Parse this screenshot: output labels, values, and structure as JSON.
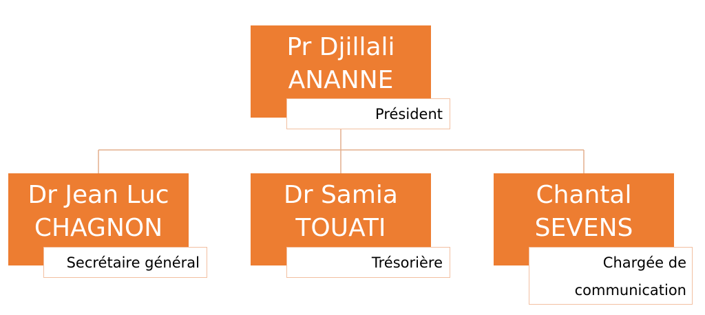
{
  "colors": {
    "node_fill": "#ED7D31",
    "node_text": "#FFFFFF",
    "role_fill": "#FFFFFF",
    "role_border": "#F2BFA0",
    "connector": "#E3AE8C"
  },
  "org": {
    "root": {
      "name_line1": "Pr Djillali",
      "name_line2": "ANANNE",
      "role": "Président"
    },
    "children": [
      {
        "name_line1": "Dr Jean Luc",
        "name_line2": "CHAGNON",
        "role": "Secrétaire général"
      },
      {
        "name_line1": "Dr Samia",
        "name_line2": "TOUATI",
        "role": "Trésorière"
      },
      {
        "name_line1": "Chantal",
        "name_line2": "SEVENS",
        "role_line1": "Chargée de",
        "role_line2": "communication"
      }
    ]
  }
}
